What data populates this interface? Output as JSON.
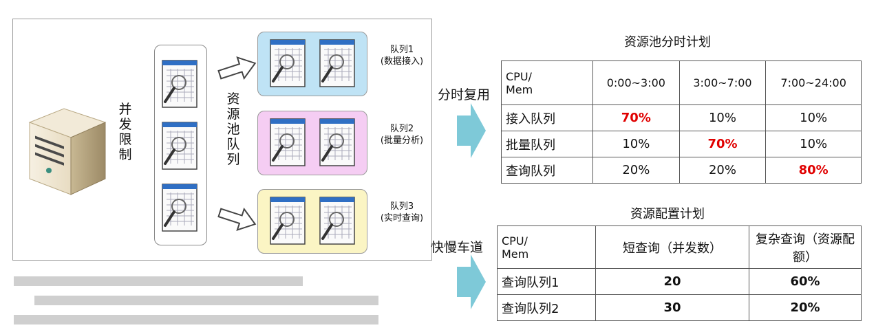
{
  "left": {
    "server_label": "并发限制",
    "pool_label": "资源池队列",
    "queues": [
      {
        "name": "队列1",
        "desc": "(数据接入)",
        "color": "#bfe3f5"
      },
      {
        "name": "队列2",
        "desc": "(批量分析)",
        "color": "#f5cdf3"
      },
      {
        "name": "队列3",
        "desc": "(实时查询)",
        "color": "#fbf5c4"
      }
    ]
  },
  "mid": {
    "time_share": "分时复用",
    "fast_slow": "快慢车道",
    "arrow_color": "#7ec9d8"
  },
  "time_table": {
    "title": "资源池分时计划",
    "header": [
      "CPU/\nMem",
      "0:00~3:00",
      "3:00~7:00",
      "7:00~24:00"
    ],
    "rows": [
      [
        "接入队列",
        "70%",
        "10%",
        "10%"
      ],
      [
        "批量队列",
        "10%",
        "70%",
        "10%"
      ],
      [
        "查询队列",
        "20%",
        "20%",
        "80%"
      ]
    ]
  },
  "config_table": {
    "title": "资源配置计划",
    "header": [
      "CPU/\nMem",
      "短查询（并发数）",
      "复杂查询（资源配额）"
    ],
    "rows": [
      [
        "查询队列1",
        "20",
        "60%"
      ],
      [
        "查询队列2",
        "30",
        "20%"
      ]
    ]
  }
}
